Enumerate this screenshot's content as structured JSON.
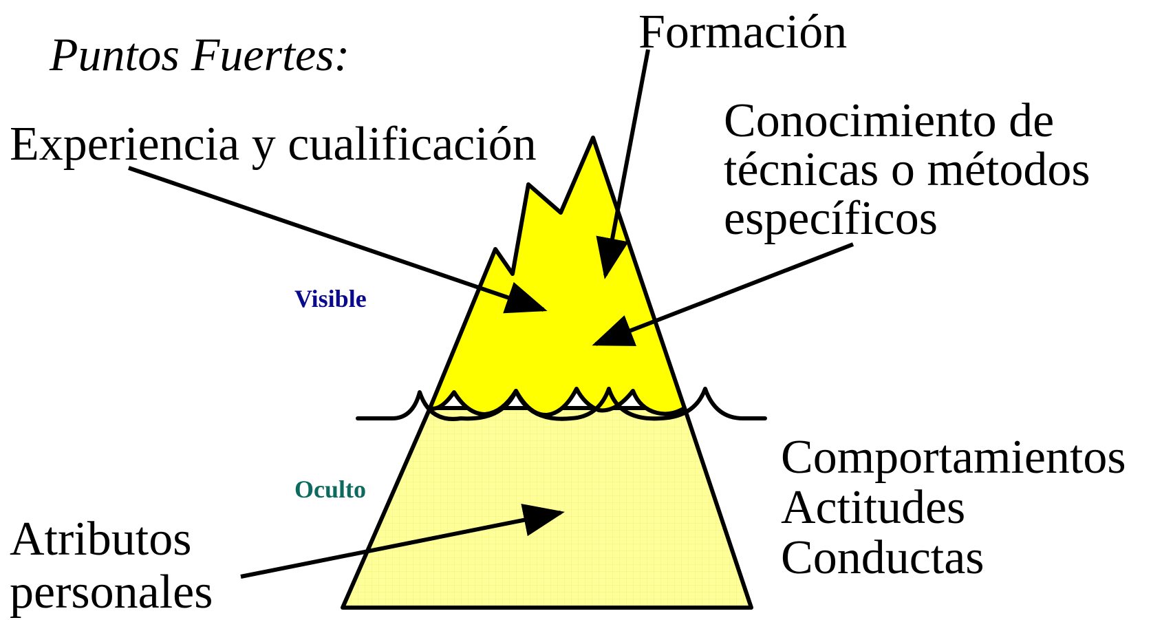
{
  "title": "Puntos Fuertes:",
  "labels": {
    "formacion": "Formación",
    "experiencia": "Experiencia y cualificación",
    "conocimiento": "Conocimiento de\ntécnicas o métodos\nespecíficos",
    "atributos": "Atributos\npersonales",
    "hidden_list": "Comportamientos\nActitudes\nConductas",
    "visible": "Visible",
    "oculto": "Oculto"
  },
  "colors": {
    "visible_fill": "#ffff00",
    "hidden_fill": "#ffff99",
    "outline": "#000000",
    "visible_text": "#0a0a8c",
    "oculto_text": "#0d6a5e"
  }
}
